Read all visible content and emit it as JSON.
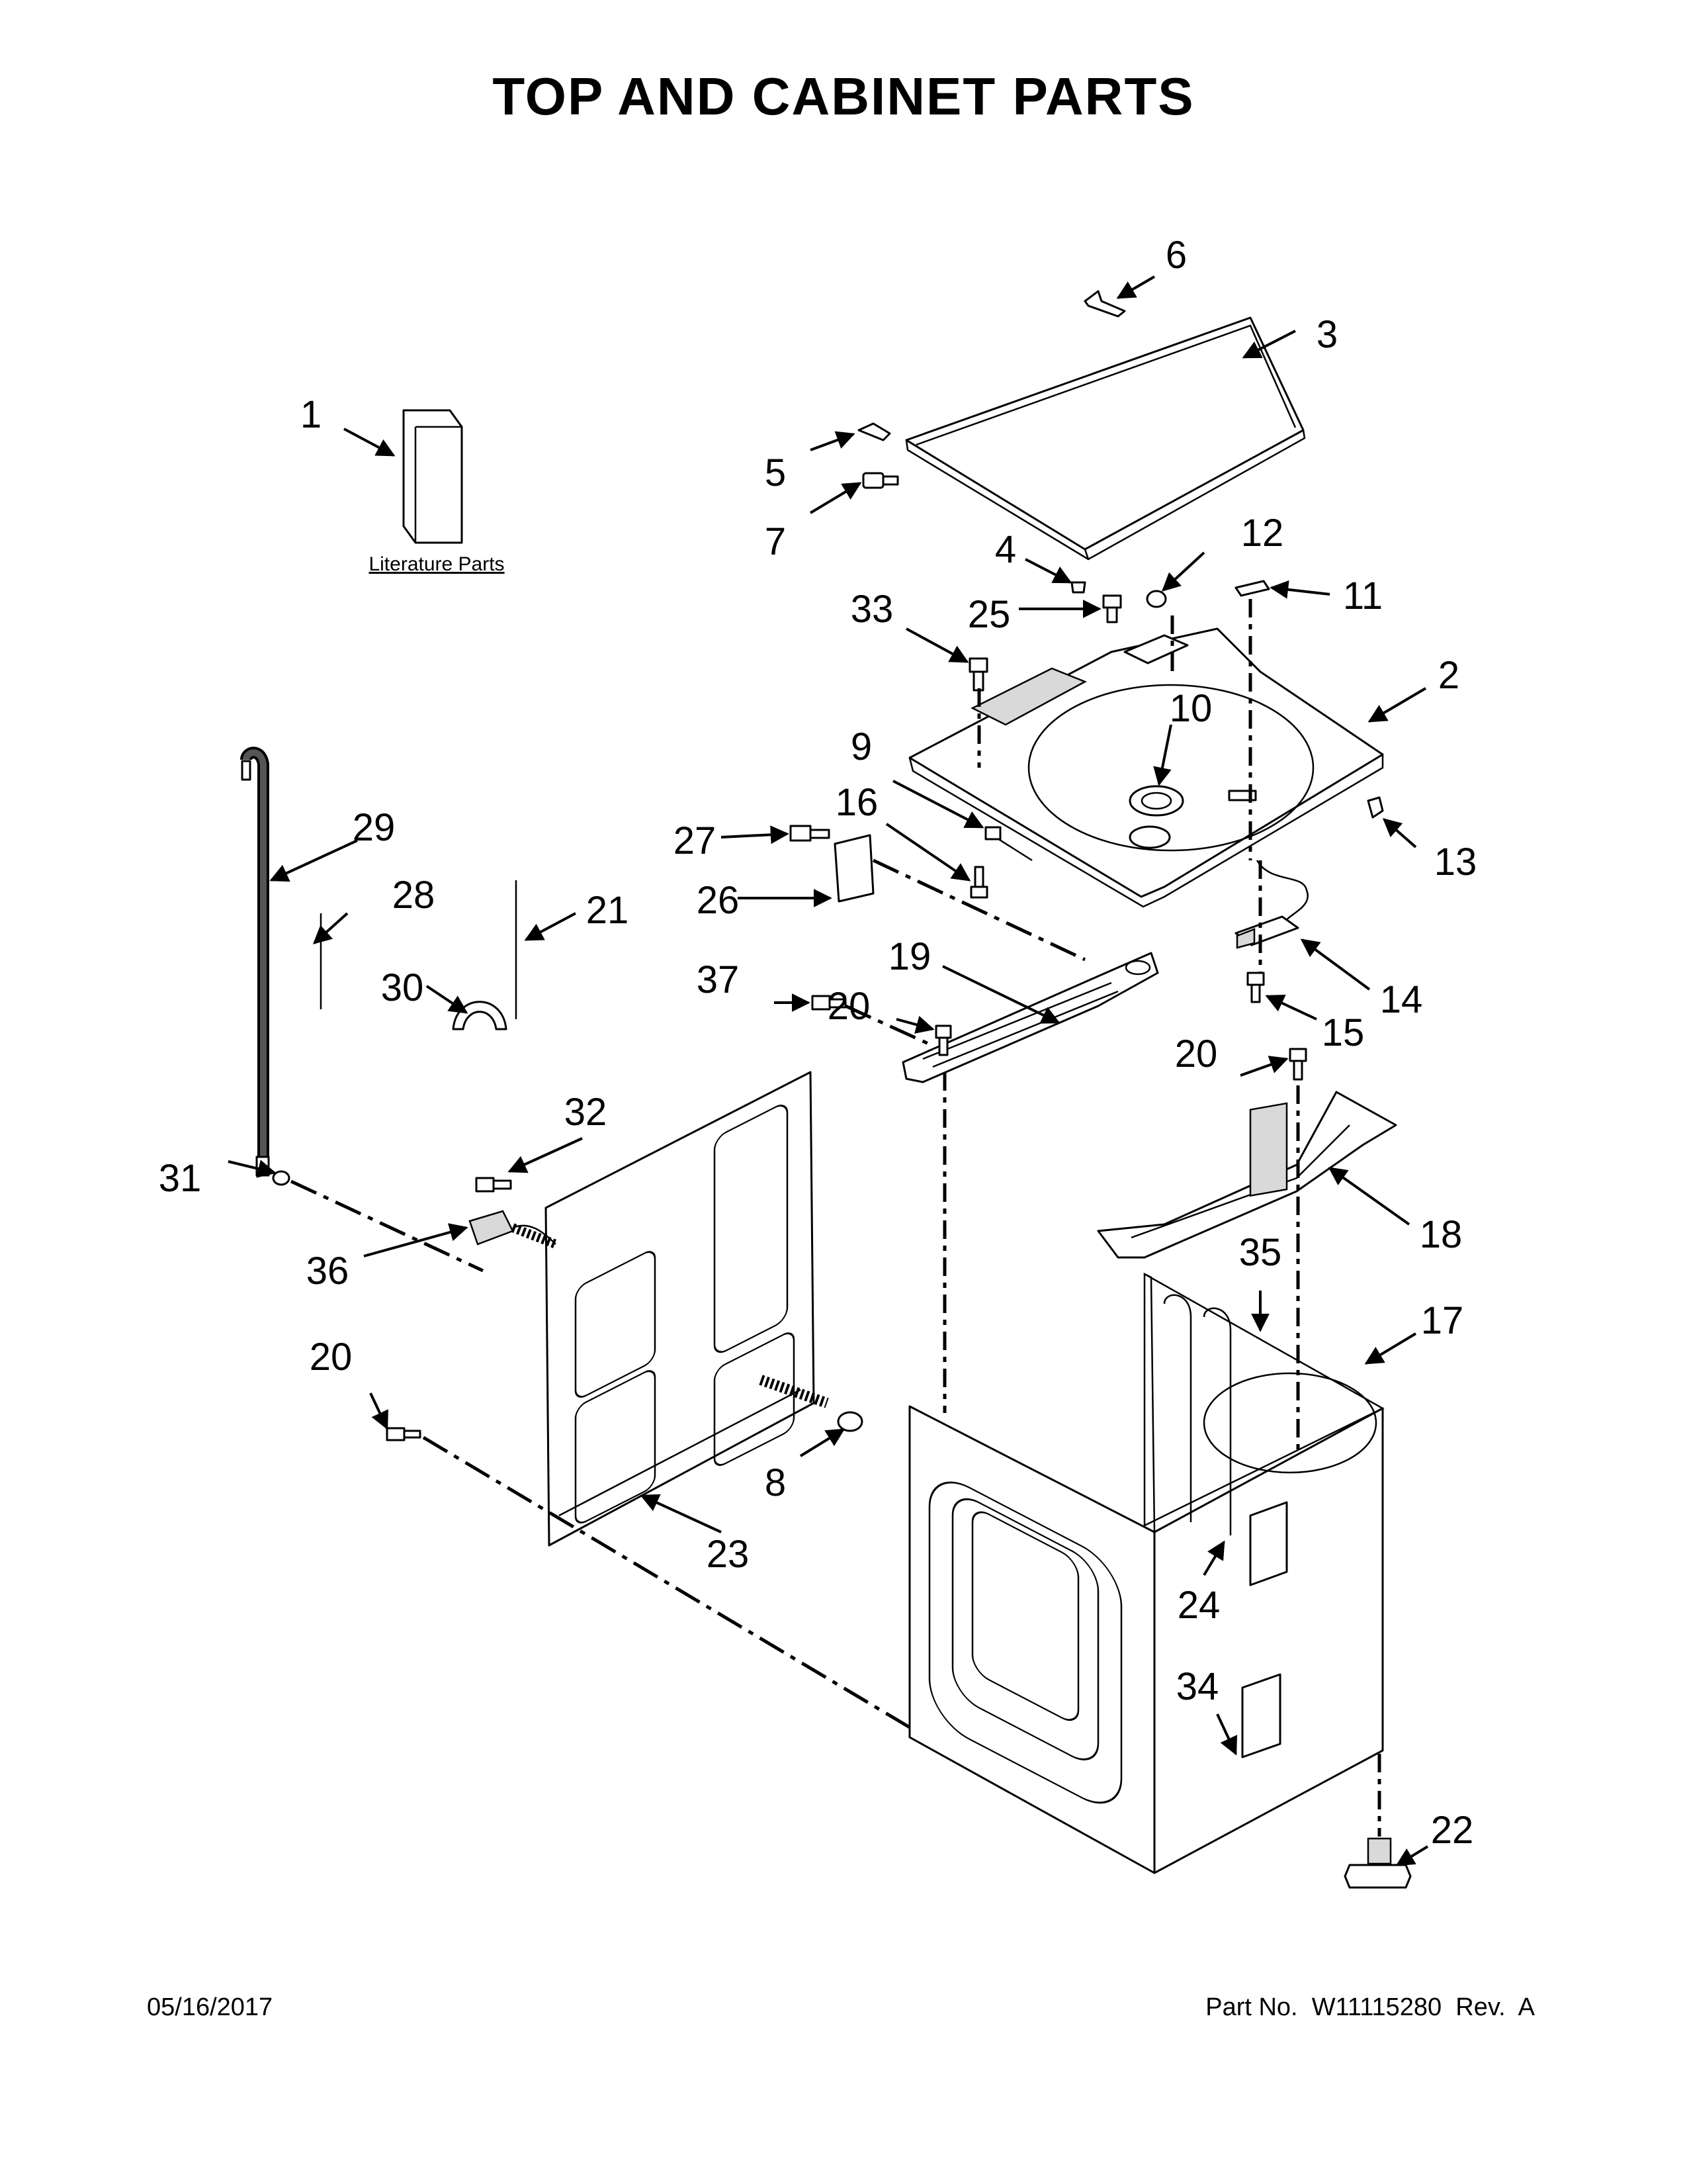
{
  "title": "TOP AND CABINET PARTS",
  "literature_label": "Literature Parts",
  "callouts": [
    "1",
    "2",
    "3",
    "4",
    "5",
    "6",
    "7",
    "8",
    "9",
    "10",
    "11",
    "12",
    "13",
    "14",
    "15",
    "16",
    "17",
    "18",
    "19",
    "20",
    "20",
    "20",
    "21",
    "22",
    "23",
    "24",
    "25",
    "26",
    "27",
    "28",
    "29",
    "30",
    "31",
    "32",
    "33",
    "34",
    "35",
    "36",
    "37"
  ],
  "footer": {
    "date": "05/16/2017",
    "part_number": "Part No.  W11115280  Rev.  A"
  }
}
